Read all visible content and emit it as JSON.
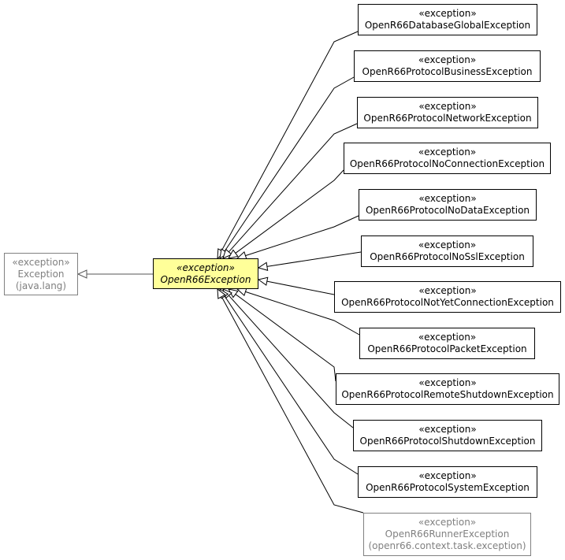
{
  "base": {
    "stereotype": "«exception»",
    "name": "Exception",
    "package": "(java.lang)"
  },
  "focus": {
    "stereotype": "«exception»",
    "name": "OpenR66Exception"
  },
  "subclasses": [
    {
      "stereotype": "«exception»",
      "name": "OpenR66DatabaseGlobalException"
    },
    {
      "stereotype": "«exception»",
      "name": "OpenR66ProtocolBusinessException"
    },
    {
      "stereotype": "«exception»",
      "name": "OpenR66ProtocolNetworkException"
    },
    {
      "stereotype": "«exception»",
      "name": "OpenR66ProtocolNoConnectionException"
    },
    {
      "stereotype": "«exception»",
      "name": "OpenR66ProtocolNoDataException"
    },
    {
      "stereotype": "«exception»",
      "name": "OpenR66ProtocolNoSslException"
    },
    {
      "stereotype": "«exception»",
      "name": "OpenR66ProtocolNotYetConnectionException"
    },
    {
      "stereotype": "«exception»",
      "name": "OpenR66ProtocolPacketException"
    },
    {
      "stereotype": "«exception»",
      "name": "OpenR66ProtocolRemoteShutdownException"
    },
    {
      "stereotype": "«exception»",
      "name": "OpenR66ProtocolShutdownException"
    },
    {
      "stereotype": "«exception»",
      "name": "OpenR66ProtocolSystemException"
    },
    {
      "stereotype": "«exception»",
      "name": "OpenR66RunnerException",
      "package": "(openr66.context.task.exception)"
    }
  ]
}
